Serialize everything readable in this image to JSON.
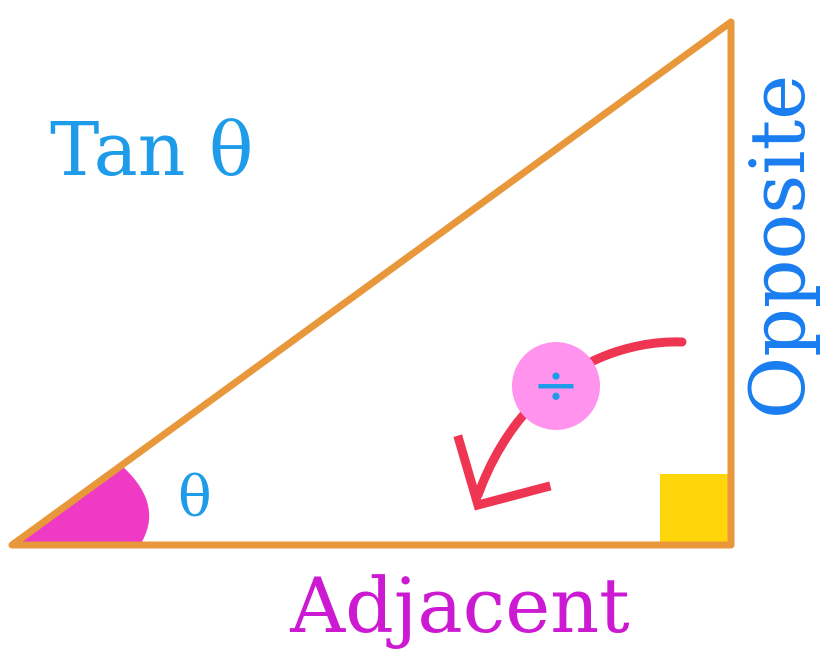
{
  "labels": {
    "title": "Tan θ",
    "angle": "θ",
    "opposite": "Opposite",
    "adjacent": "Adjacent",
    "divide_symbol": "÷"
  },
  "colors": {
    "triangle_stroke": "#e8973a",
    "angle_fill": "#ee3ac4",
    "right_angle_fill": "#ffd60a",
    "title_color": "#1e9be9",
    "angle_label_color": "#1e9be9",
    "opposite_color": "#1a7ef0",
    "adjacent_color": "#cc19d2",
    "arrow_color": "#ee3552",
    "divide_circle": "#ff93ee",
    "divide_symbol_color": "#1e9be9"
  }
}
